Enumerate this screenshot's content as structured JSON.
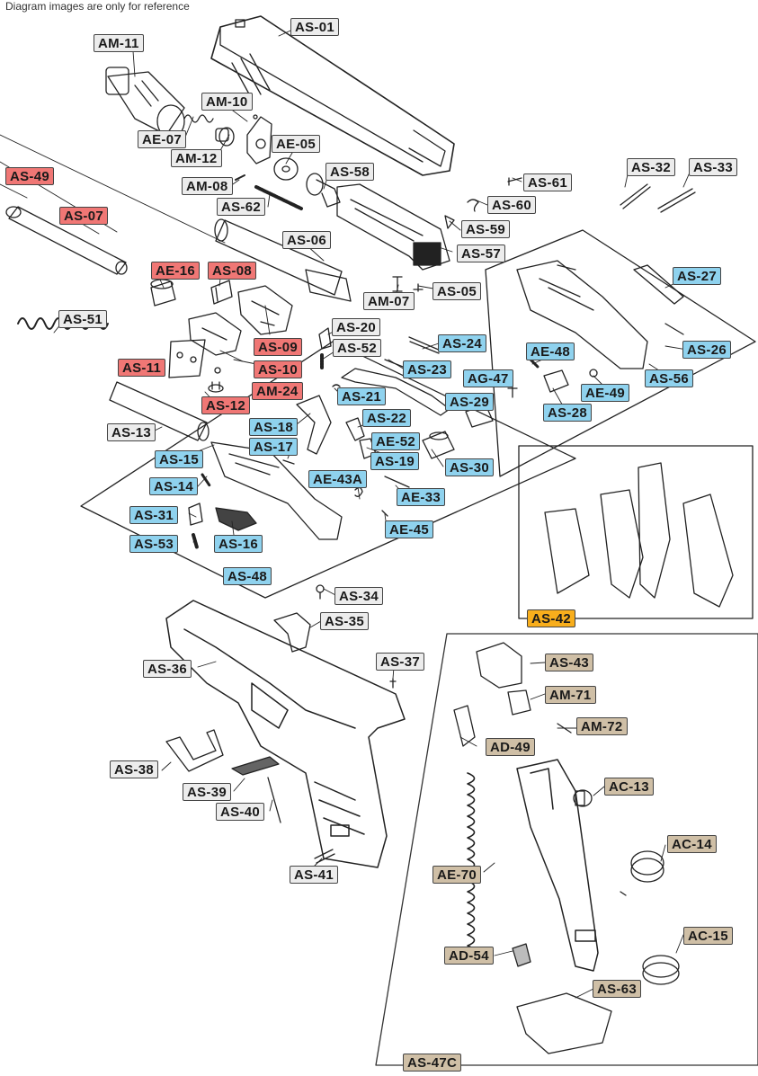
{
  "caption": "Diagram images are only for reference",
  "colors": {
    "gray": "#ececec",
    "red": "#f07775",
    "blue": "#8fd2ee",
    "tan": "#cfbfa6",
    "orange": "#f8ae1c",
    "stroke": "#222222"
  },
  "labels": {
    "AS_01": "AS-01",
    "AM_11": "AM-11",
    "AM_10": "AM-10",
    "AE_07": "AE-07",
    "AM_12": "AM-12",
    "AE_05": "AE-05",
    "AS_58": "AS-58",
    "AM_08": "AM-08",
    "AS_62": "AS-62",
    "AS_49": "AS-49",
    "AS_61": "AS-61",
    "AS_60": "AS-60",
    "AS_59": "AS-59",
    "AS_57": "AS-57",
    "AS_32": "AS-32",
    "AS_33": "AS-33",
    "AS_07": "AS-07",
    "AS_06": "AS-06",
    "AE_16": "AE-16",
    "AS_08": "AS-08",
    "AM_07": "AM-07",
    "AS_05": "AS-05",
    "AS_27": "AS-27",
    "AS_51": "AS-51",
    "AS_09": "AS-09",
    "AS_20": "AS-20",
    "AS_52": "AS-52",
    "AS_24": "AS-24",
    "AS_26": "AS-26",
    "AE_48": "AE-48",
    "AS_11": "AS-11",
    "AS_10": "AS-10",
    "AM_24": "AM-24",
    "AS_23": "AS-23",
    "AS_56": "AS-56",
    "AG_47": "AG-47",
    "AE_49": "AE-49",
    "AS_21": "AS-21",
    "AS_29": "AS-29",
    "AS_28": "AS-28",
    "AS_12": "AS-12",
    "AS_22": "AS-22",
    "AS_13": "AS-13",
    "AS_18": "AS-18",
    "AE_52": "AE-52",
    "AS_17": "AS-17",
    "AS_19": "AS-19",
    "AS_15": "AS-15",
    "AS_30": "AS-30",
    "AE_43A": "AE-43A",
    "AS_14": "AS-14",
    "AE_33": "AE-33",
    "AS_31": "AS-31",
    "AE_45": "AE-45",
    "AS_53": "AS-53",
    "AS_16": "AS-16",
    "AS_48": "AS-48",
    "AS_34": "AS-34",
    "AS_35": "AS-35",
    "AS_42": "AS-42",
    "AS_36": "AS-36",
    "AS_37": "AS-37",
    "AS_43": "AS-43",
    "AM_71": "AM-71",
    "AM_72": "AM-72",
    "AD_49": "AD-49",
    "AS_38": "AS-38",
    "AS_39": "AS-39",
    "AC_13": "AC-13",
    "AS_40": "AS-40",
    "AC_14": "AC-14",
    "AS_41": "AS-41",
    "AE_70": "AE-70",
    "AC_15": "AC-15",
    "AD_54": "AD-54",
    "AS_63": "AS-63",
    "AS_47C": "AS-47C"
  }
}
